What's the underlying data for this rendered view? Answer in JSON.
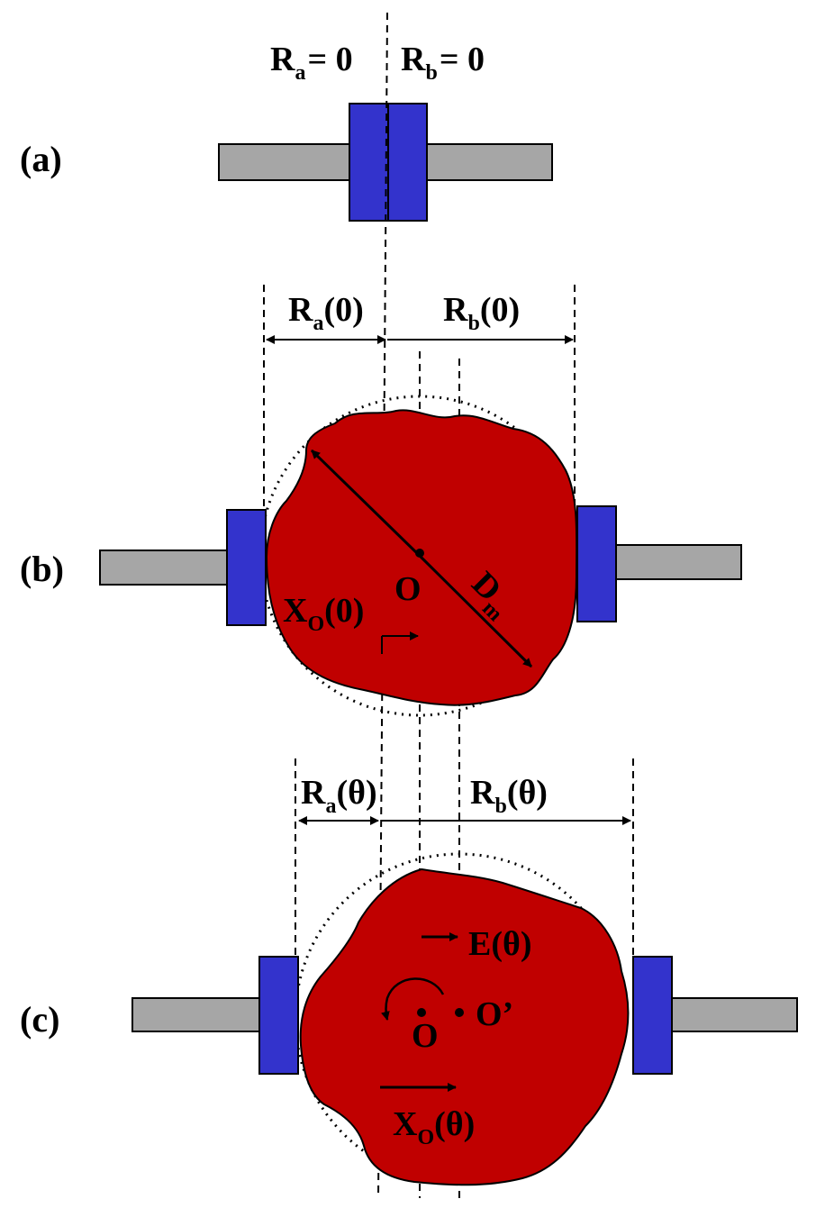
{
  "panels": {
    "a": {
      "tag": "(a)",
      "ra_main": "R",
      "ra_sub": "a",
      "ra_rest": "= 0",
      "rb_main": "R",
      "rb_sub": "b",
      "rb_rest": "= 0"
    },
    "b": {
      "tag": "(b)",
      "ra_main": "R",
      "ra_sub": "a",
      "ra_rest": "(0)",
      "rb_main": "R",
      "rb_sub": "b",
      "rb_rest": "(0)",
      "xo_main": "X",
      "xo_sub": "O",
      "xo_rest": "(0)",
      "o_label": "O",
      "dm_main": "D",
      "dm_sub": "m"
    },
    "c": {
      "tag": "(c)",
      "ra_main": "R",
      "ra_sub": "a",
      "ra_rest": "(θ)",
      "rb_main": "R",
      "rb_sub": "b",
      "rb_rest": "(θ)",
      "e_label": "E(θ)",
      "o_label": "O",
      "o2_label": "O’",
      "xo_main": "X",
      "xo_sub": "O",
      "xo_rest": "(θ)"
    }
  },
  "colors": {
    "rod": "#a6a6a6",
    "platen": "#3333cc",
    "particle": "#c00000",
    "outline": "#000000"
  }
}
